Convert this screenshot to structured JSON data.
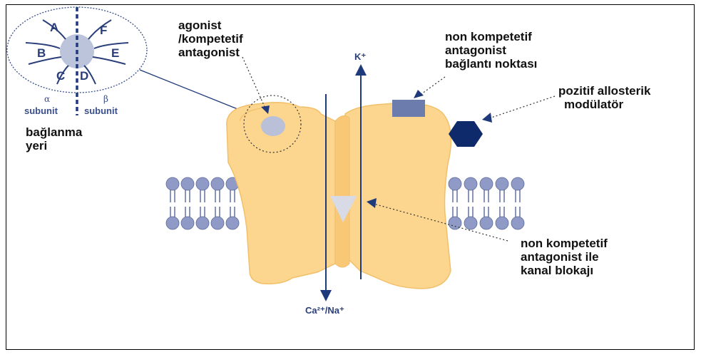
{
  "labels": {
    "agonist_line1": "agonist",
    "agonist_line2": "/kompetetif",
    "agonist_line3": "antagonist",
    "noncomp_site_line1": "non kompetetif",
    "noncomp_site_line2": "antagonist",
    "noncomp_site_line3": "bağlantı noktası",
    "allosteric_line1": "pozitif allosterik",
    "allosteric_line2": "modülatör",
    "binding_site_line1": "bağlanma",
    "binding_site_line2": "yeri",
    "channel_block_line1": "non kompetetif",
    "channel_block_line2": "antagonist ile",
    "channel_block_line3": "kanal blokajı"
  },
  "ions": {
    "potassium": "K⁺",
    "calcium_sodium": "Ca²⁺/Na⁺"
  },
  "inset": {
    "letters": [
      "A",
      "B",
      "C",
      "D",
      "E",
      "F"
    ],
    "alpha_symbol": "α",
    "alpha_label": "subunit",
    "beta_symbol": "β",
    "beta_label": "subunit"
  },
  "colors": {
    "receptor_fill": "#fcd58e",
    "receptor_stroke": "#f1c06a",
    "arrow": "#1f3a7a",
    "ligand_site": "#b9c0d8",
    "noncomp_square": "#6b7cad",
    "hexagon": "#0f2a6b",
    "blocker_triangle": "#d8dbe6",
    "lipid_head": "#8f9bc6",
    "lipid_tail": "#4a5a8e"
  }
}
